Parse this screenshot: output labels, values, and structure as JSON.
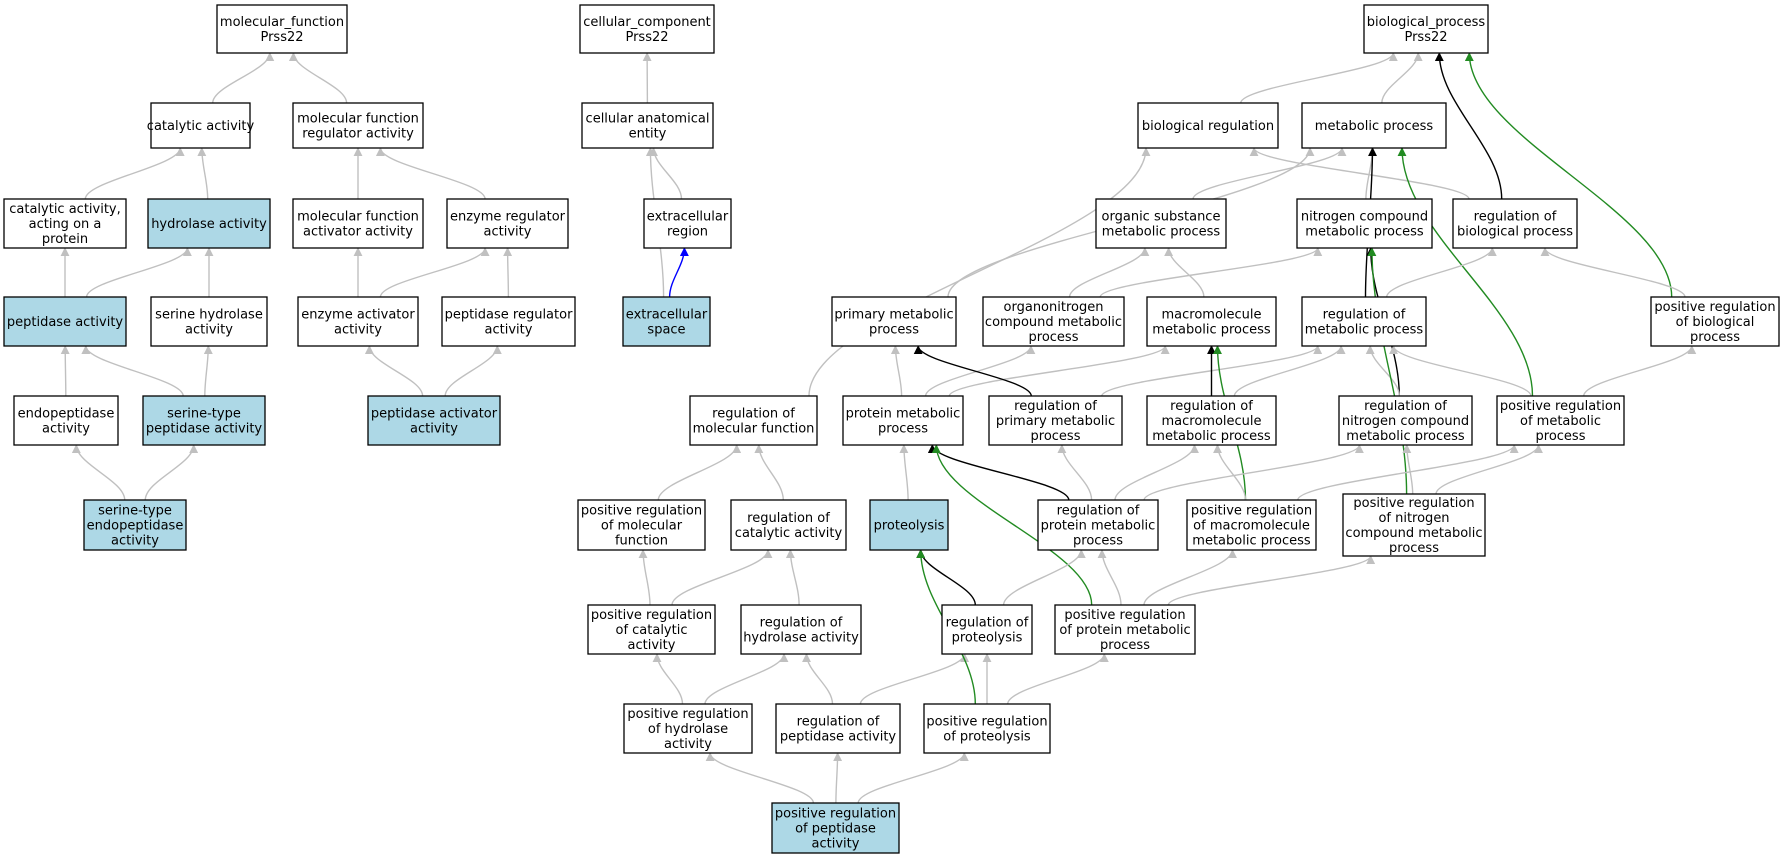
{
  "colors": {
    "highlight": "#add8e6",
    "plain": "#ffffff",
    "is_a": "#c0c0c0",
    "part_of": "#0000ff",
    "regulates": "#000000",
    "positively_regulates": "#228b22"
  },
  "nodes": [
    {
      "id": "mf",
      "lines": [
        "molecular_function",
        "Prss22"
      ],
      "highlight": false
    },
    {
      "id": "catalytic",
      "lines": [
        "catalytic activity"
      ],
      "highlight": false
    },
    {
      "id": "mfreg",
      "lines": [
        "molecular function",
        "regulator activity"
      ],
      "highlight": false
    },
    {
      "id": "cat_prot",
      "lines": [
        "catalytic activity,",
        "acting on a",
        "protein"
      ],
      "highlight": false
    },
    {
      "id": "hydrolase",
      "lines": [
        "hydrolase activity"
      ],
      "highlight": true
    },
    {
      "id": "mfact",
      "lines": [
        "molecular function",
        "activator activity"
      ],
      "highlight": false
    },
    {
      "id": "enzreg",
      "lines": [
        "enzyme regulator",
        "activity"
      ],
      "highlight": false
    },
    {
      "id": "peptidase",
      "lines": [
        "peptidase activity"
      ],
      "highlight": true
    },
    {
      "id": "serhyd",
      "lines": [
        "serine hydrolase",
        "activity"
      ],
      "highlight": false
    },
    {
      "id": "enzact",
      "lines": [
        "enzyme activator",
        "activity"
      ],
      "highlight": false
    },
    {
      "id": "pepreg",
      "lines": [
        "peptidase regulator",
        "activity"
      ],
      "highlight": false
    },
    {
      "id": "endopep",
      "lines": [
        "endopeptidase",
        "activity"
      ],
      "highlight": false
    },
    {
      "id": "serpep",
      "lines": [
        "serine-type",
        "peptidase activity"
      ],
      "highlight": true
    },
    {
      "id": "pepact",
      "lines": [
        "peptidase activator",
        "activity"
      ],
      "highlight": true
    },
    {
      "id": "serendo",
      "lines": [
        "serine-type",
        "endopeptidase",
        "activity"
      ],
      "highlight": true
    },
    {
      "id": "cc",
      "lines": [
        "cellular_component",
        "Prss22"
      ],
      "highlight": false
    },
    {
      "id": "cae",
      "lines": [
        "cellular anatomical",
        "entity"
      ],
      "highlight": false
    },
    {
      "id": "extreg",
      "lines": [
        "extracellular",
        "region"
      ],
      "highlight": false
    },
    {
      "id": "extspace",
      "lines": [
        "extracellular",
        "space"
      ],
      "highlight": true
    },
    {
      "id": "bp",
      "lines": [
        "biological_process",
        "Prss22"
      ],
      "highlight": false
    },
    {
      "id": "bioreg",
      "lines": [
        "biological regulation"
      ],
      "highlight": false
    },
    {
      "id": "metab",
      "lines": [
        "metabolic process"
      ],
      "highlight": false
    },
    {
      "id": "orgsub",
      "lines": [
        "organic substance",
        "metabolic process"
      ],
      "highlight": false
    },
    {
      "id": "nitro",
      "lines": [
        "nitrogen compound",
        "metabolic process"
      ],
      "highlight": false
    },
    {
      "id": "regbio",
      "lines": [
        "regulation of",
        "biological process"
      ],
      "highlight": false
    },
    {
      "id": "primary",
      "lines": [
        "primary metabolic",
        "process"
      ],
      "highlight": false
    },
    {
      "id": "orgnitro",
      "lines": [
        "organonitrogen",
        "compound metabolic",
        "process"
      ],
      "highlight": false
    },
    {
      "id": "macro",
      "lines": [
        "macromolecule",
        "metabolic process"
      ],
      "highlight": false
    },
    {
      "id": "regmetab",
      "lines": [
        "regulation of",
        "metabolic process"
      ],
      "highlight": false
    },
    {
      "id": "posregbio",
      "lines": [
        "positive regulation",
        "of biological",
        "process"
      ],
      "highlight": false
    },
    {
      "id": "regmf",
      "lines": [
        "regulation of",
        "molecular function"
      ],
      "highlight": false
    },
    {
      "id": "protmetab",
      "lines": [
        "protein metabolic",
        "process"
      ],
      "highlight": false
    },
    {
      "id": "regprimary",
      "lines": [
        "regulation of",
        "primary metabolic",
        "process"
      ],
      "highlight": false
    },
    {
      "id": "regmacro",
      "lines": [
        "regulation of",
        "macromolecule",
        "metabolic process"
      ],
      "highlight": false
    },
    {
      "id": "regnitro",
      "lines": [
        "regulation of",
        "nitrogen compound",
        "metabolic process"
      ],
      "highlight": false
    },
    {
      "id": "posregmetab",
      "lines": [
        "positive regulation",
        "of metabolic",
        "process"
      ],
      "highlight": false
    },
    {
      "id": "posregmf",
      "lines": [
        "positive regulation",
        "of molecular",
        "function"
      ],
      "highlight": false
    },
    {
      "id": "regcat",
      "lines": [
        "regulation of",
        "catalytic activity"
      ],
      "highlight": false
    },
    {
      "id": "proteolysis",
      "lines": [
        "proteolysis"
      ],
      "highlight": true
    },
    {
      "id": "regprotmetab",
      "lines": [
        "regulation of",
        "protein metabolic",
        "process"
      ],
      "highlight": false
    },
    {
      "id": "posregmacro",
      "lines": [
        "positive regulation",
        "of macromolecule",
        "metabolic process"
      ],
      "highlight": false
    },
    {
      "id": "posregnitro",
      "lines": [
        "positive regulation",
        "of nitrogen",
        "compound metabolic",
        "process"
      ],
      "highlight": false
    },
    {
      "id": "posregcat",
      "lines": [
        "positive regulation",
        "of catalytic",
        "activity"
      ],
      "highlight": false
    },
    {
      "id": "reghyd",
      "lines": [
        "regulation of",
        "hydrolase activity"
      ],
      "highlight": false
    },
    {
      "id": "regproteo",
      "lines": [
        "regulation of",
        "proteolysis"
      ],
      "highlight": false
    },
    {
      "id": "posregprotmetab",
      "lines": [
        "positive regulation",
        "of protein metabolic",
        "process"
      ],
      "highlight": false
    },
    {
      "id": "posreghyd",
      "lines": [
        "positive regulation",
        "of hydrolase",
        "activity"
      ],
      "highlight": false
    },
    {
      "id": "regpep",
      "lines": [
        "regulation of",
        "peptidase activity"
      ],
      "highlight": false
    },
    {
      "id": "posregproteo",
      "lines": [
        "positive regulation",
        "of proteolysis"
      ],
      "highlight": false
    },
    {
      "id": "posregpep",
      "lines": [
        "positive regulation",
        "of peptidase",
        "activity"
      ],
      "highlight": true
    }
  ],
  "edges": [
    {
      "from": "catalytic",
      "to": "mf",
      "type": "is_a"
    },
    {
      "from": "mfreg",
      "to": "mf",
      "type": "is_a"
    },
    {
      "from": "cat_prot",
      "to": "catalytic",
      "type": "is_a"
    },
    {
      "from": "hydrolase",
      "to": "catalytic",
      "type": "is_a"
    },
    {
      "from": "mfact",
      "to": "mfreg",
      "type": "is_a"
    },
    {
      "from": "enzreg",
      "to": "mfreg",
      "type": "is_a"
    },
    {
      "from": "peptidase",
      "to": "cat_prot",
      "type": "is_a"
    },
    {
      "from": "peptidase",
      "to": "hydrolase",
      "type": "is_a"
    },
    {
      "from": "serhyd",
      "to": "hydrolase",
      "type": "is_a"
    },
    {
      "from": "enzact",
      "to": "mfact",
      "type": "is_a"
    },
    {
      "from": "enzact",
      "to": "enzreg",
      "type": "is_a"
    },
    {
      "from": "pepreg",
      "to": "enzreg",
      "type": "is_a"
    },
    {
      "from": "endopep",
      "to": "peptidase",
      "type": "is_a"
    },
    {
      "from": "serpep",
      "to": "peptidase",
      "type": "is_a"
    },
    {
      "from": "serpep",
      "to": "serhyd",
      "type": "is_a"
    },
    {
      "from": "pepact",
      "to": "enzact",
      "type": "is_a"
    },
    {
      "from": "pepact",
      "to": "pepreg",
      "type": "is_a"
    },
    {
      "from": "serendo",
      "to": "endopep",
      "type": "is_a"
    },
    {
      "from": "serendo",
      "to": "serpep",
      "type": "is_a"
    },
    {
      "from": "cae",
      "to": "cc",
      "type": "is_a"
    },
    {
      "from": "extreg",
      "to": "cae",
      "type": "is_a"
    },
    {
      "from": "extspace",
      "to": "cae",
      "type": "is_a"
    },
    {
      "from": "extspace",
      "to": "extreg",
      "type": "part_of"
    },
    {
      "from": "bioreg",
      "to": "bp",
      "type": "is_a"
    },
    {
      "from": "metab",
      "to": "bp",
      "type": "is_a"
    },
    {
      "from": "regbio",
      "to": "bp",
      "type": "regulates"
    },
    {
      "from": "posregbio",
      "to": "bp",
      "type": "positively_regulates"
    },
    {
      "from": "orgsub",
      "to": "metab",
      "type": "is_a"
    },
    {
      "from": "nitro",
      "to": "metab",
      "type": "is_a"
    },
    {
      "from": "regbio",
      "to": "bioreg",
      "type": "is_a"
    },
    {
      "from": "primary",
      "to": "metab",
      "type": "is_a"
    },
    {
      "from": "regmetab",
      "to": "metab",
      "type": "regulates"
    },
    {
      "from": "posregmetab",
      "to": "metab",
      "type": "positively_regulates"
    },
    {
      "from": "regmf",
      "to": "bioreg",
      "type": "is_a"
    },
    {
      "from": "orgnitro",
      "to": "orgsub",
      "type": "is_a"
    },
    {
      "from": "orgnitro",
      "to": "nitro",
      "type": "is_a"
    },
    {
      "from": "macro",
      "to": "orgsub",
      "type": "is_a"
    },
    {
      "from": "regmetab",
      "to": "regbio",
      "type": "is_a"
    },
    {
      "from": "posregbio",
      "to": "regbio",
      "type": "is_a"
    },
    {
      "from": "protmetab",
      "to": "primary",
      "type": "is_a"
    },
    {
      "from": "protmetab",
      "to": "orgnitro",
      "type": "is_a"
    },
    {
      "from": "protmetab",
      "to": "macro",
      "type": "is_a"
    },
    {
      "from": "regprimary",
      "to": "primary",
      "type": "regulates"
    },
    {
      "from": "regprimary",
      "to": "regmetab",
      "type": "is_a"
    },
    {
      "from": "regmacro",
      "to": "macro",
      "type": "regulates"
    },
    {
      "from": "regmacro",
      "to": "regmetab",
      "type": "is_a"
    },
    {
      "from": "posregmacro",
      "to": "macro",
      "type": "positively_regulates"
    },
    {
      "from": "regnitro",
      "to": "nitro",
      "type": "regulates"
    },
    {
      "from": "regnitro",
      "to": "regmetab",
      "type": "is_a"
    },
    {
      "from": "posregnitro",
      "to": "nitro",
      "type": "positively_regulates"
    },
    {
      "from": "posregmetab",
      "to": "regmetab",
      "type": "is_a"
    },
    {
      "from": "posregmetab",
      "to": "posregbio",
      "type": "is_a"
    },
    {
      "from": "posregmf",
      "to": "regmf",
      "type": "is_a"
    },
    {
      "from": "regcat",
      "to": "regmf",
      "type": "is_a"
    },
    {
      "from": "proteolysis",
      "to": "protmetab",
      "type": "is_a"
    },
    {
      "from": "regprotmetab",
      "to": "protmetab",
      "type": "regulates"
    },
    {
      "from": "regprotmetab",
      "to": "regprimary",
      "type": "is_a"
    },
    {
      "from": "regprotmetab",
      "to": "regmacro",
      "type": "is_a"
    },
    {
      "from": "regprotmetab",
      "to": "regnitro",
      "type": "is_a"
    },
    {
      "from": "posregprotmetab",
      "to": "protmetab",
      "type": "positively_regulates"
    },
    {
      "from": "posregmacro",
      "to": "regmacro",
      "type": "is_a"
    },
    {
      "from": "posregmacro",
      "to": "posregmetab",
      "type": "is_a"
    },
    {
      "from": "posregnitro",
      "to": "regnitro",
      "type": "is_a"
    },
    {
      "from": "posregnitro",
      "to": "posregmetab",
      "type": "is_a"
    },
    {
      "from": "posregcat",
      "to": "posregmf",
      "type": "is_a"
    },
    {
      "from": "posregcat",
      "to": "regcat",
      "type": "is_a"
    },
    {
      "from": "reghyd",
      "to": "regcat",
      "type": "is_a"
    },
    {
      "from": "regproteo",
      "to": "proteolysis",
      "type": "regulates"
    },
    {
      "from": "regproteo",
      "to": "regprotmetab",
      "type": "is_a"
    },
    {
      "from": "posregprotmetab",
      "to": "regprotmetab",
      "type": "is_a"
    },
    {
      "from": "posregprotmetab",
      "to": "posregmacro",
      "type": "is_a"
    },
    {
      "from": "posregprotmetab",
      "to": "posregnitro",
      "type": "is_a"
    },
    {
      "from": "posreghyd",
      "to": "posregcat",
      "type": "is_a"
    },
    {
      "from": "posreghyd",
      "to": "reghyd",
      "type": "is_a"
    },
    {
      "from": "regpep",
      "to": "reghyd",
      "type": "is_a"
    },
    {
      "from": "regpep",
      "to": "regproteo",
      "type": "is_a"
    },
    {
      "from": "posregproteo",
      "to": "proteolysis",
      "type": "positively_regulates"
    },
    {
      "from": "posregproteo",
      "to": "regproteo",
      "type": "is_a"
    },
    {
      "from": "posregproteo",
      "to": "posregprotmetab",
      "type": "is_a"
    },
    {
      "from": "posregpep",
      "to": "posreghyd",
      "type": "is_a"
    },
    {
      "from": "posregpep",
      "to": "regpep",
      "type": "is_a"
    },
    {
      "from": "posregpep",
      "to": "posregproteo",
      "type": "is_a"
    }
  ]
}
